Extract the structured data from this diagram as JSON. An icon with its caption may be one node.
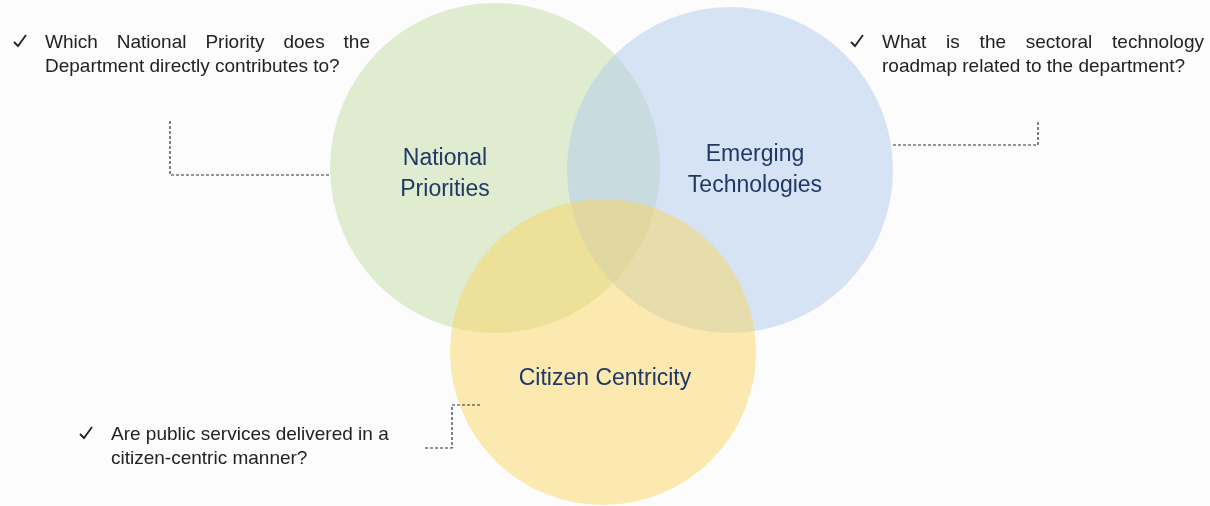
{
  "diagram": {
    "nodes": [
      {
        "text": [
          "National Priorities"
        ]
      },
      {
        "text": [
          "Emerging Technologies"
        ]
      },
      {
        "text": [
          "Citizen Centricity"
        ]
      },
      {
        "text": [
          "Which National Priority does the Department directly contributes to?"
        ]
      },
      {
        "text": [
          "What is the sectoral technology roadmap related to the department?"
        ]
      },
      {
        "text": [
          "Are public services delivered in a citizen-centric manner?"
        ]
      }
    ],
    "edges": [
      {
        "from": 3,
        "to": 0,
        "arrow": "none",
        "style": "dashed"
      },
      {
        "from": 4,
        "to": 1,
        "arrow": "none",
        "style": "dashed"
      },
      {
        "from": 5,
        "to": 2,
        "arrow": "none",
        "style": "dashed"
      }
    ]
  }
}
